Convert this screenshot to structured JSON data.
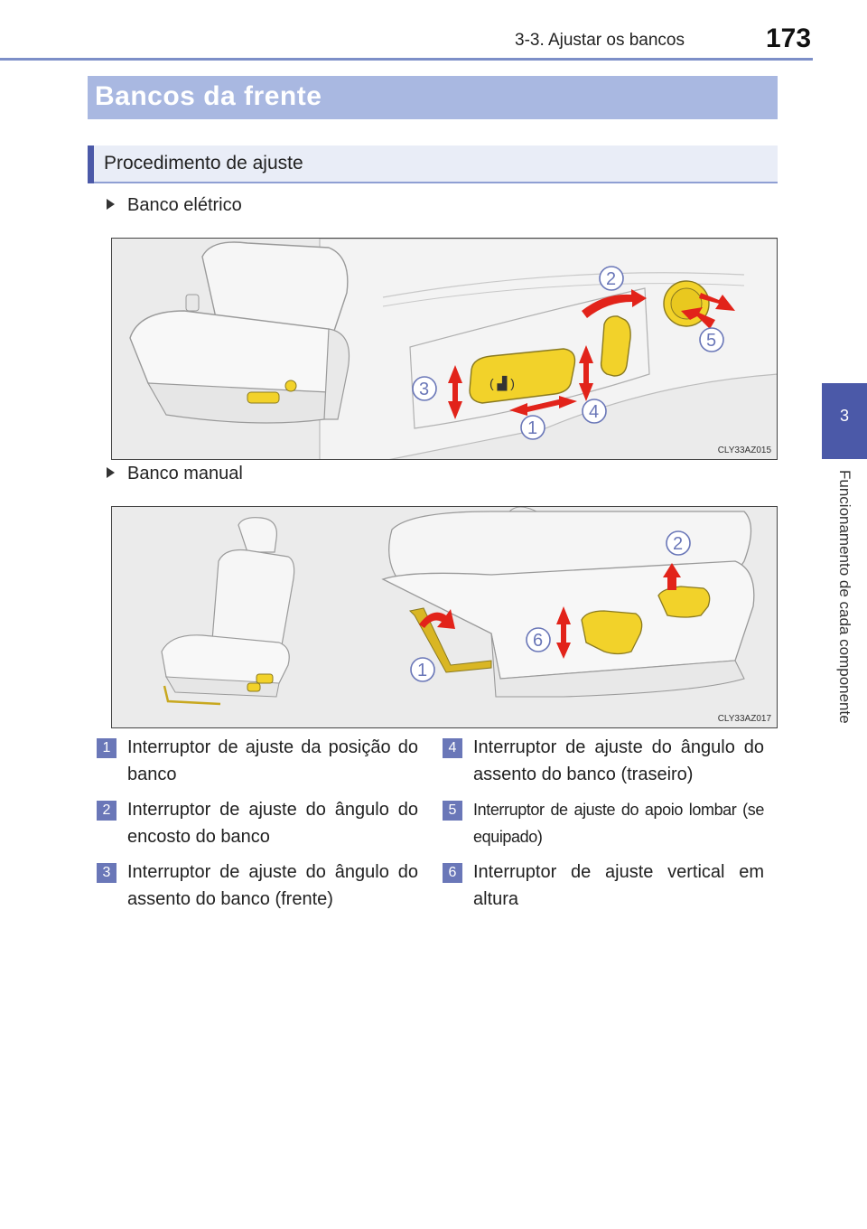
{
  "header": {
    "chapter_title": "3-3. Ajustar os bancos",
    "page_number": "173"
  },
  "side_tab": {
    "chapter_number": "3",
    "chapter_label": "Funcionamento de cada componente"
  },
  "section": {
    "title": "Bancos da frente"
  },
  "subsection": {
    "title": "Procedimento de ajuste"
  },
  "figures": [
    {
      "bullet": "Banco elétrico",
      "code": "CLY33AZ015",
      "callouts": [
        "1",
        "2",
        "3",
        "4",
        "5"
      ]
    },
    {
      "bullet": "Banco manual",
      "code": "CLY33AZ017",
      "callouts": [
        "1",
        "2",
        "6"
      ]
    }
  ],
  "legend": [
    {
      "num": "1",
      "text": "Interruptor de ajuste da posição do banco"
    },
    {
      "num": "2",
      "text": "Interruptor de ajuste do ângulo do encosto do banco"
    },
    {
      "num": "3",
      "text": "Interruptor de ajuste do ângulo do assento do banco (frente)"
    },
    {
      "num": "4",
      "text": "Interruptor de ajuste do ângulo do assento do banco (traseiro)"
    },
    {
      "num": "5",
      "text": "Interruptor de ajuste do apoio lombar (se equipado)"
    },
    {
      "num": "6",
      "text": "Interruptor de ajuste vertical em altura"
    }
  ],
  "colors": {
    "accent": "#4b59a8",
    "banner": "#a9b8e1",
    "arrow_red": "#e2231a",
    "switch_yellow": "#f2d22a"
  }
}
